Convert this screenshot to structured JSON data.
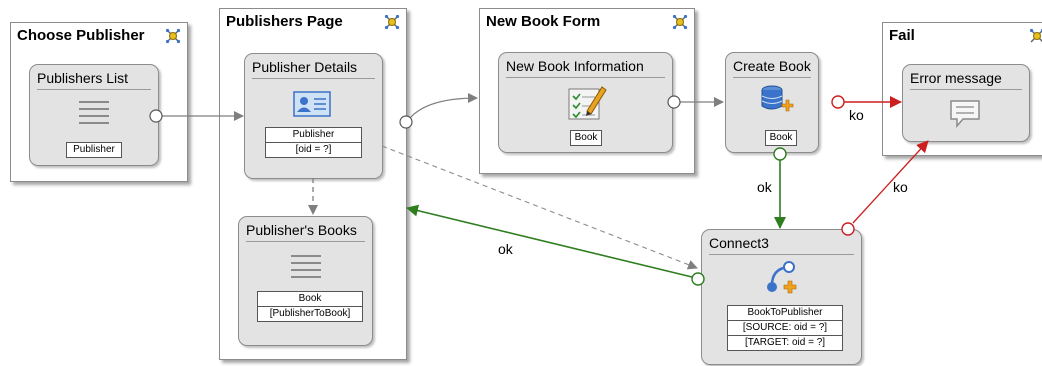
{
  "pages": {
    "choose_publisher": {
      "title": "Choose Publisher"
    },
    "publishers_page": {
      "title": "Publishers Page"
    },
    "new_book_form": {
      "title": "New Book Form"
    },
    "fail": {
      "title": "Fail"
    }
  },
  "units": {
    "publishers_list": {
      "title": "Publishers List",
      "params": [
        "Publisher"
      ],
      "icon": "list-icon"
    },
    "publisher_details": {
      "title": "Publisher Details",
      "params": [
        "Publisher",
        "[oid = ?]"
      ],
      "icon": "id-card-icon"
    },
    "publishers_books": {
      "title": "Publisher's Books",
      "params": [
        "Book",
        "[PublisherToBook]"
      ],
      "icon": "list-icon"
    },
    "new_book_information": {
      "title": "New Book Information",
      "params": [
        "Book"
      ],
      "icon": "form-pencil-icon"
    },
    "create_book": {
      "title": "Create Book",
      "params": [
        "Book"
      ],
      "icon": "database-add-icon"
    },
    "error_message": {
      "title": "Error message",
      "params": [],
      "icon": "message-icon"
    },
    "connect3": {
      "title": "Connect3",
      "params": [
        "BookToPublisher",
        "[SOURCE: oid = ?]",
        "[TARGET: oid = ?]"
      ],
      "icon": "connect-icon"
    }
  },
  "link_labels": {
    "create_fail": "ko",
    "create_ok": "ok",
    "connect_fail": "ko",
    "connect_ok": "ok"
  },
  "colors": {
    "normal_link": "#7f7f7f",
    "ok_link": "#2e7d1f",
    "ko_link": "#cc1f1f",
    "unit_fill": "#e3e3e3"
  }
}
